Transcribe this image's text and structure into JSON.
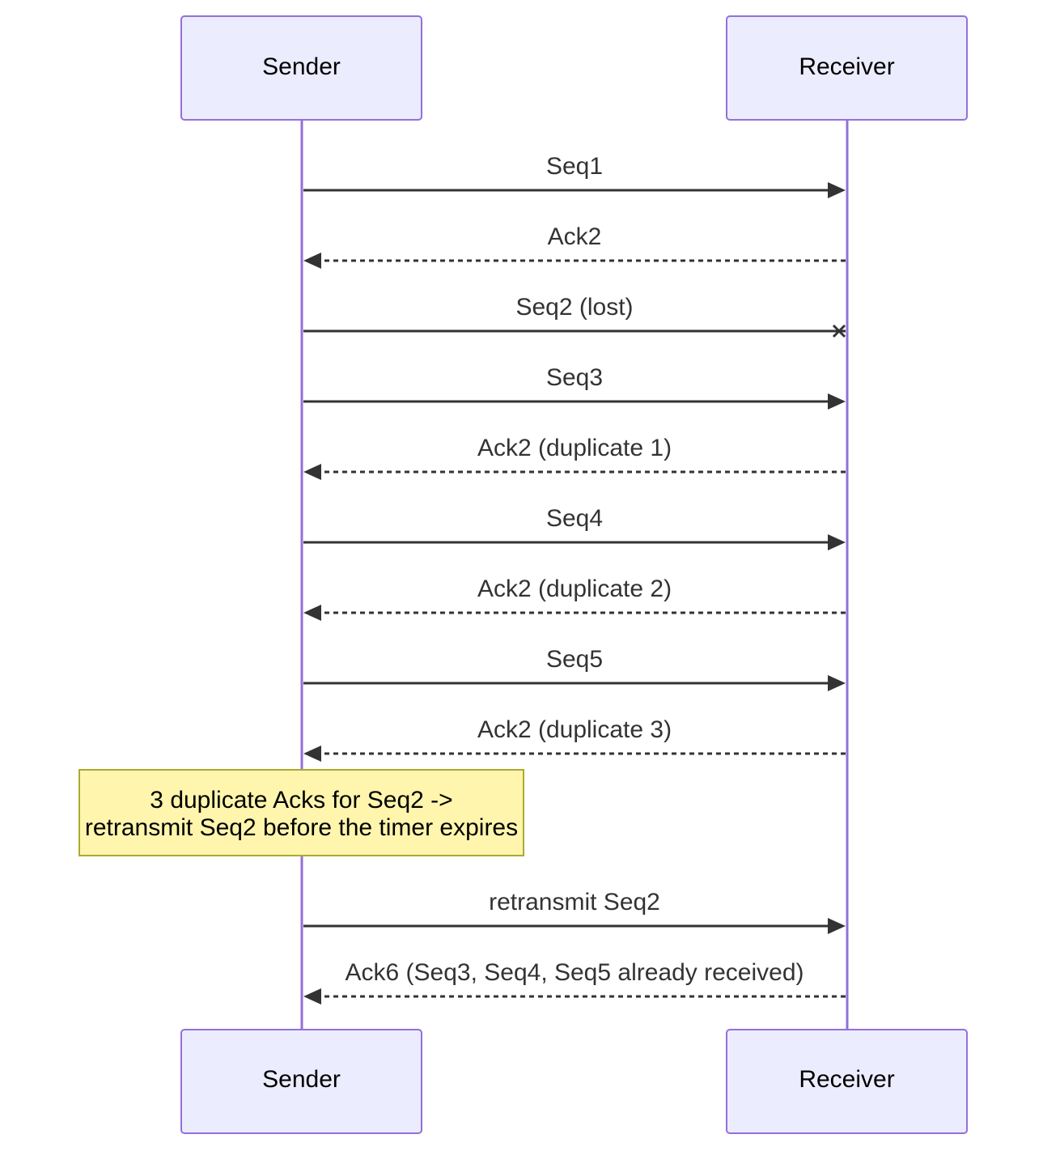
{
  "participants": [
    {
      "id": "sender",
      "label": "Sender"
    },
    {
      "id": "receiver",
      "label": "Receiver"
    }
  ],
  "messages": [
    {
      "from": "sender",
      "to": "receiver",
      "label": "Seq1",
      "style": "solid",
      "end": "arrow"
    },
    {
      "from": "receiver",
      "to": "sender",
      "label": "Ack2",
      "style": "dashed",
      "end": "arrow"
    },
    {
      "from": "sender",
      "to": "receiver",
      "label": "Seq2 (lost)",
      "style": "solid",
      "end": "cross"
    },
    {
      "from": "sender",
      "to": "receiver",
      "label": "Seq3",
      "style": "solid",
      "end": "arrow"
    },
    {
      "from": "receiver",
      "to": "sender",
      "label": "Ack2 (duplicate 1)",
      "style": "dashed",
      "end": "arrow"
    },
    {
      "from": "sender",
      "to": "receiver",
      "label": "Seq4",
      "style": "solid",
      "end": "arrow"
    },
    {
      "from": "receiver",
      "to": "sender",
      "label": "Ack2 (duplicate 2)",
      "style": "dashed",
      "end": "arrow"
    },
    {
      "from": "sender",
      "to": "receiver",
      "label": "Seq5",
      "style": "solid",
      "end": "arrow"
    },
    {
      "from": "receiver",
      "to": "sender",
      "label": "Ack2 (duplicate 3)",
      "style": "dashed",
      "end": "arrow"
    },
    {
      "from": "sender",
      "to": "receiver",
      "label": "retransmit Seq2",
      "style": "solid",
      "end": "arrow"
    },
    {
      "from": "receiver",
      "to": "sender",
      "label": "Ack6 (Seq3, Seq4, Seq5 already received)",
      "style": "dashed",
      "end": "arrow"
    }
  ],
  "note": {
    "over": "sender",
    "lines": [
      "3 duplicate Acks for Seq2 ->",
      "retransmit Seq2 before the timer expires"
    ]
  },
  "colors": {
    "actor_fill": "#ECECFF",
    "actor_border": "#9370DB",
    "lifeline": "#9370DB",
    "message": "#333333",
    "note_fill": "#FFF5AD",
    "note_border": "#AAAA33"
  }
}
